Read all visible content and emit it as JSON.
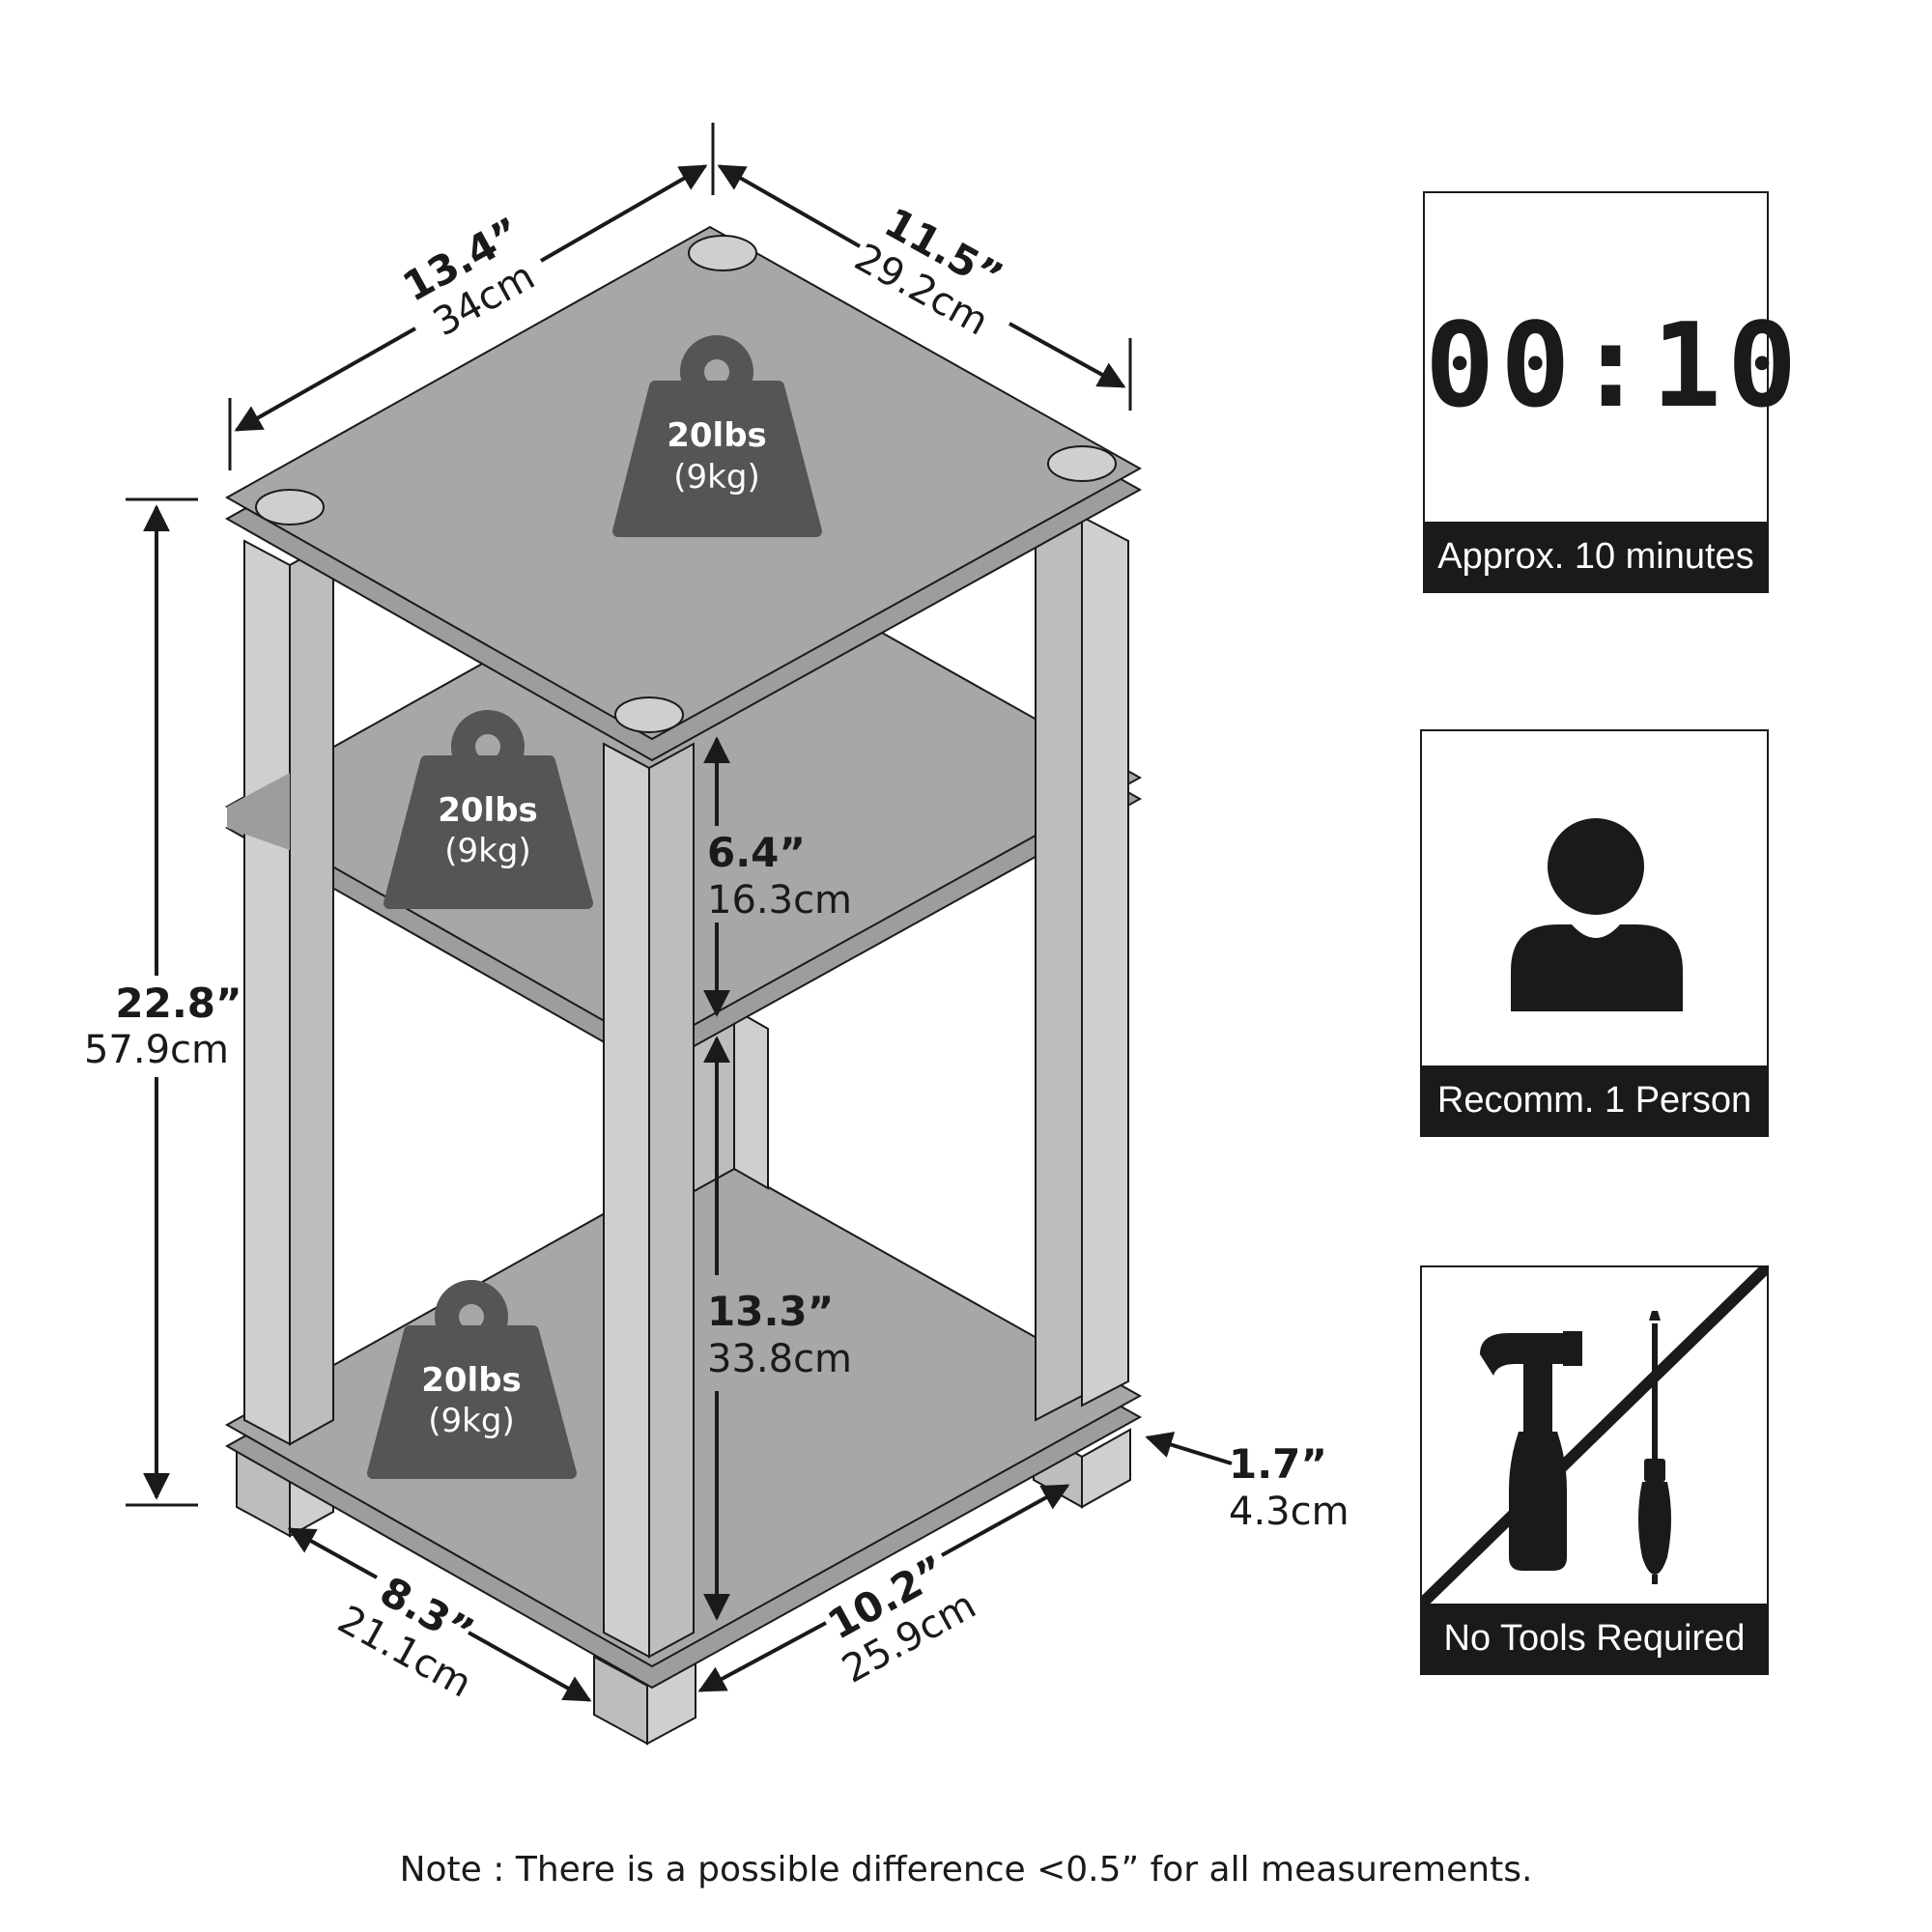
{
  "dimensions": {
    "top_width": {
      "inch": "13.4”",
      "cm": "34cm"
    },
    "top_depth": {
      "inch": "11.5”",
      "cm": "29.2cm"
    },
    "total_height": {
      "inch": "22.8”",
      "cm": "57.9cm"
    },
    "upper_gap": {
      "inch": "6.4”",
      "cm": "16.3cm"
    },
    "lower_gap": {
      "inch": "13.3”",
      "cm": "33.8cm"
    },
    "bottom_depth": {
      "inch": "8.3”",
      "cm": "21.1cm"
    },
    "bottom_width": {
      "inch": "10.2”",
      "cm": "25.9cm"
    },
    "foot_height": {
      "inch": "1.7”",
      "cm": "4.3cm"
    }
  },
  "shelves": {
    "top": {
      "weight": "20lbs",
      "metric": "(9kg)"
    },
    "middle": {
      "weight": "20lbs",
      "metric": "(9kg)"
    },
    "bottom": {
      "weight": "20lbs",
      "metric": "(9kg)"
    }
  },
  "info": {
    "time": {
      "readout": "00:10",
      "caption": "Approx. 10 minutes",
      "icon": "digital-timer-icon"
    },
    "people": {
      "caption": "Recomm. 1 Person",
      "icon": "person-icon"
    },
    "tools": {
      "caption": "No Tools Required",
      "icon": "no-tools-icon"
    }
  },
  "note": "Note : There is a possible difference <0.5” for all measurements.",
  "colors": {
    "shelf": "#a7a7a7",
    "shelf_edge": "#8e8e8e",
    "post_light": "#cfcfcf",
    "post_dark": "#bdbdbd",
    "weight": "#555555",
    "ink": "#1a1a1a"
  }
}
